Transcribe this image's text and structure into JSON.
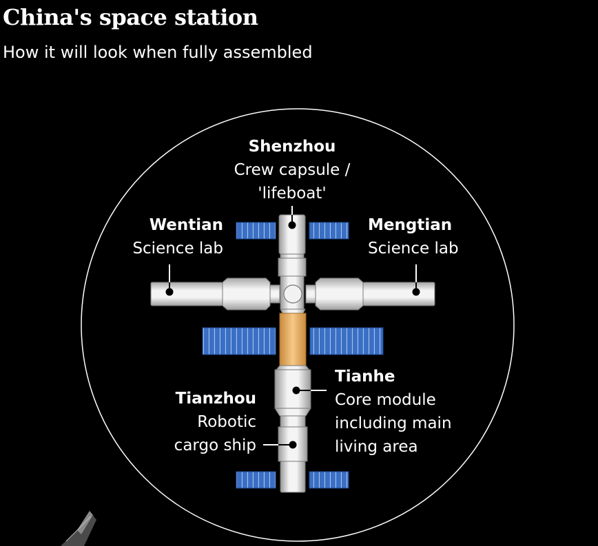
{
  "title": "China's space station",
  "subtitle": "How it will look when fully assembled",
  "modules": {
    "shenzhou": {
      "name": "Shenzhou",
      "desc_line1": "Crew capsule /",
      "desc_line2": "'lifeboat'"
    },
    "wentian": {
      "name": "Wentian",
      "desc_line1": "Science lab"
    },
    "mengtian": {
      "name": "Mengtian",
      "desc_line1": "Science lab"
    },
    "tianhe": {
      "name": "Tianhe",
      "desc_line1": "Core module",
      "desc_line2": "including main",
      "desc_line3": "living area"
    },
    "tianzhou": {
      "name": "Tianzhou",
      "desc_line1": "Robotic",
      "desc_line2": "cargo ship"
    }
  },
  "colors": {
    "background": "#000000",
    "module_body": "#e6e6e6",
    "module_shade": "#b3b3b3",
    "solar_panel": "#3a6fc4",
    "solar_grid": "#7aa3e0",
    "highlight_module": "#f1b96a",
    "circle": "#ffffff"
  }
}
